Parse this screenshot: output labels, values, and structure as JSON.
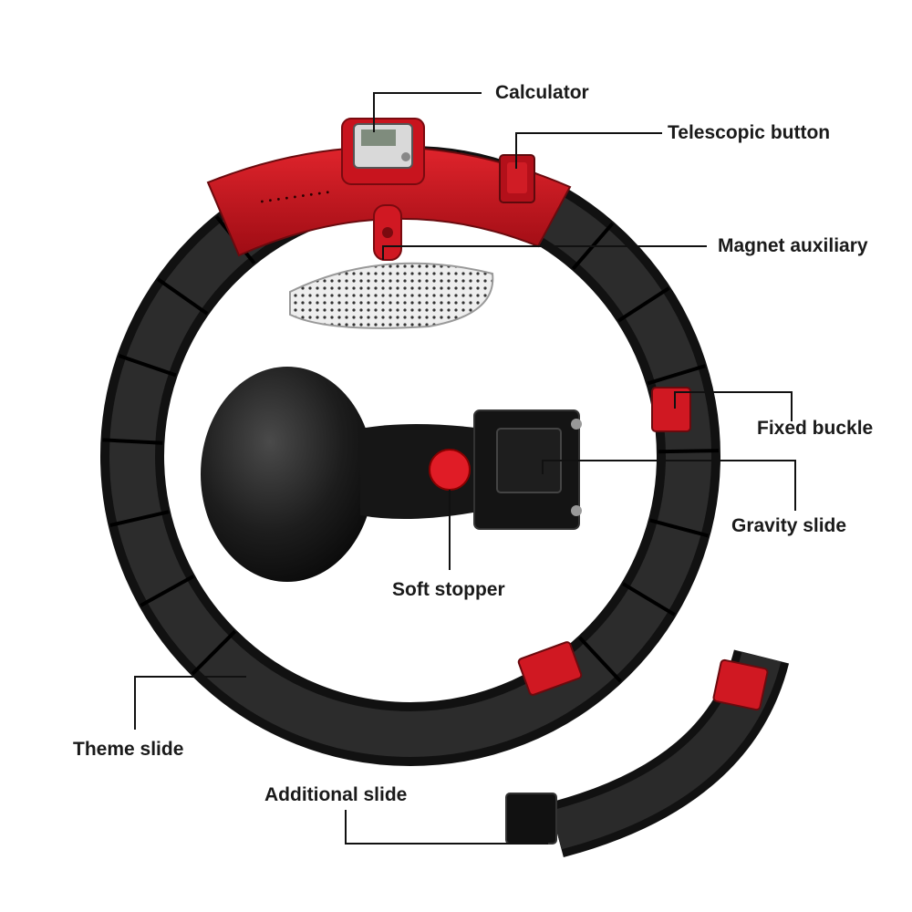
{
  "labels": {
    "calculator": "Calculator",
    "telescopic_button": "Telescopic button",
    "magnet_auxiliary": "Magnet auxiliary",
    "fixed_buckle": "Fixed buckle",
    "gravity_slide": "Gravity slide",
    "soft_stopper": "Soft stopper",
    "theme_slide": "Theme slide",
    "additional_slide": "Additional slide"
  },
  "colors": {
    "ring_black": "#1c1c1c",
    "accent_red": "#c8141e",
    "leader_line": "#111111",
    "background": "#ffffff"
  }
}
